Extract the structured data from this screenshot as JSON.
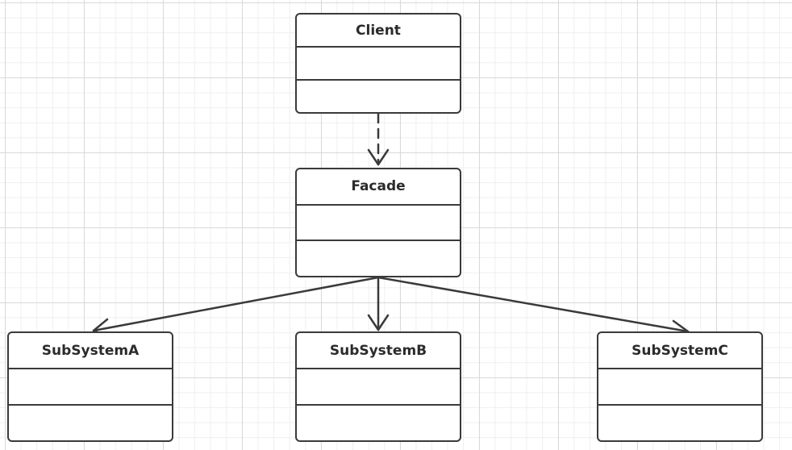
{
  "diagram": {
    "classes": {
      "client": {
        "name": "Client"
      },
      "facade": {
        "name": "Facade"
      },
      "subsystem_a": {
        "name": "SubSystemA"
      },
      "subsystem_b": {
        "name": "SubSystemB"
      },
      "subsystem_c": {
        "name": "SubSystemC"
      }
    },
    "relations": [
      {
        "from": "Client",
        "to": "Facade",
        "kind": "dependency"
      },
      {
        "from": "Facade",
        "to": "SubSystemA",
        "kind": "association"
      },
      {
        "from": "Facade",
        "to": "SubSystemB",
        "kind": "association"
      },
      {
        "from": "Facade",
        "to": "SubSystemC",
        "kind": "association"
      }
    ],
    "colors": {
      "line": "#3a3a3a",
      "background": "#ffffff",
      "grid": "#d9d9d9"
    }
  }
}
